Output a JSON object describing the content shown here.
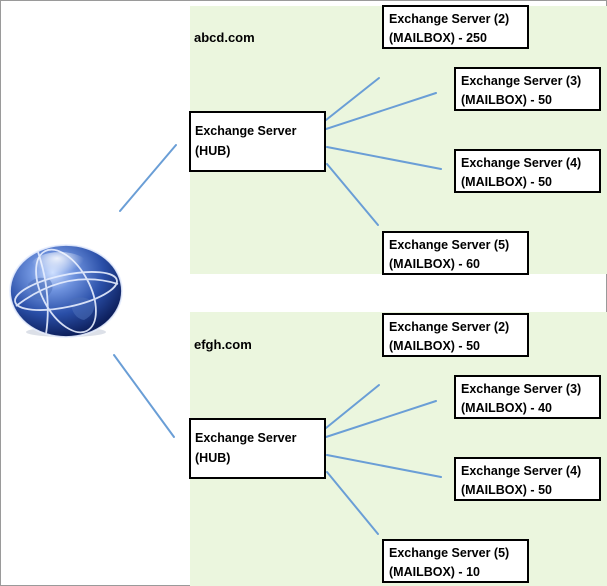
{
  "colors": {
    "panel_background": "#ebf6de",
    "connector_line": "#6a9ed6",
    "box_border": "#000000",
    "globe_blue": "#2a4fa8"
  },
  "icons": {
    "globe": "globe-icon"
  },
  "domains": [
    {
      "name": "abcd.com",
      "hub": {
        "line1": "Exchange Server",
        "line2": "(HUB)"
      },
      "mailbox_servers": [
        {
          "line1": "Exchange Server (2)",
          "line2": "(MAILBOX) - 250"
        },
        {
          "line1": "Exchange Server (3)",
          "line2": "(MAILBOX) - 50"
        },
        {
          "line1": "Exchange Server (4)",
          "line2": "(MAILBOX) - 50"
        },
        {
          "line1": "Exchange Server (5)",
          "line2": "(MAILBOX) - 60"
        }
      ]
    },
    {
      "name": "efgh.com",
      "hub": {
        "line1": "Exchange Server",
        "line2": "(HUB)"
      },
      "mailbox_servers": [
        {
          "line1": "Exchange Server (2)",
          "line2": "(MAILBOX) - 50"
        },
        {
          "line1": "Exchange Server (3)",
          "line2": "(MAILBOX) - 40"
        },
        {
          "line1": "Exchange Server (4)",
          "line2": "(MAILBOX) - 50"
        },
        {
          "line1": "Exchange Server (5)",
          "line2": "(MAILBOX) - 10"
        }
      ]
    }
  ]
}
